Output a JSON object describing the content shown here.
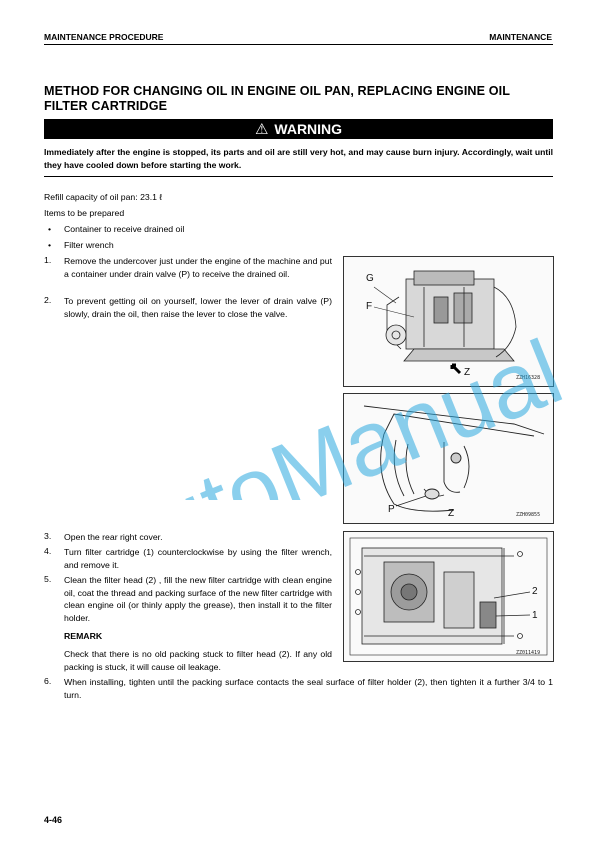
{
  "header": {
    "left": "MAINTENANCE PROCEDURE",
    "right": "MAINTENANCE"
  },
  "title": "METHOD FOR CHANGING OIL IN ENGINE OIL PAN, REPLACING ENGINE OIL FILTER CARTRIDGE",
  "warning": {
    "label": "WARNING",
    "text": "Immediately after the engine is stopped, its parts and oil are still very hot, and may cause burn injury. Accordingly, wait until they have cooled down before starting the work."
  },
  "refill_capacity": "Refill capacity of oil pan: 23.1 ℓ",
  "items_heading": "Items to be prepared",
  "items": [
    "Container to receive drained oil",
    "Filter wrench"
  ],
  "steps": [
    {
      "num": "1.",
      "text": "Remove the undercover just under the engine of the machine and put a container under drain valve (P) to receive the drained oil."
    },
    {
      "num": "2.",
      "text": "To prevent getting oil on yourself, lower the lever of drain valve (P) slowly, drain the oil, then raise the lever to close the valve."
    },
    {
      "num": "3.",
      "text": "Open the rear right cover."
    },
    {
      "num": "4.",
      "text": "Turn filter cartridge (1) counterclockwise by using the filter wrench, and remove it."
    },
    {
      "num": "5.",
      "text": "Clean the filter head (2) , fill the new filter cartridge with clean engine oil, coat the thread and packing surface of the new filter cartridge with clean engine oil (or thinly apply the grease), then install it to the filter holder."
    },
    {
      "num": "6.",
      "text": "When installing, tighten until the packing surface contacts the seal surface of filter holder (2), then tighten it a further 3/4 to 1 turn."
    }
  ],
  "remark": {
    "heading": "REMARK",
    "text": "Check that there is no old packing stuck to filter head (2). If any old packing is stuck, it will cause oil leakage."
  },
  "figures": [
    {
      "labels": [
        "G",
        "F",
        "Z"
      ],
      "code": "ZZH16328"
    },
    {
      "labels": [
        "P",
        "Z"
      ],
      "code": "ZZH09855"
    },
    {
      "labels": [
        "2",
        "1"
      ],
      "code": "ZZ011419"
    }
  ],
  "watermark": "AutoManual",
  "page_number": "4-46"
}
